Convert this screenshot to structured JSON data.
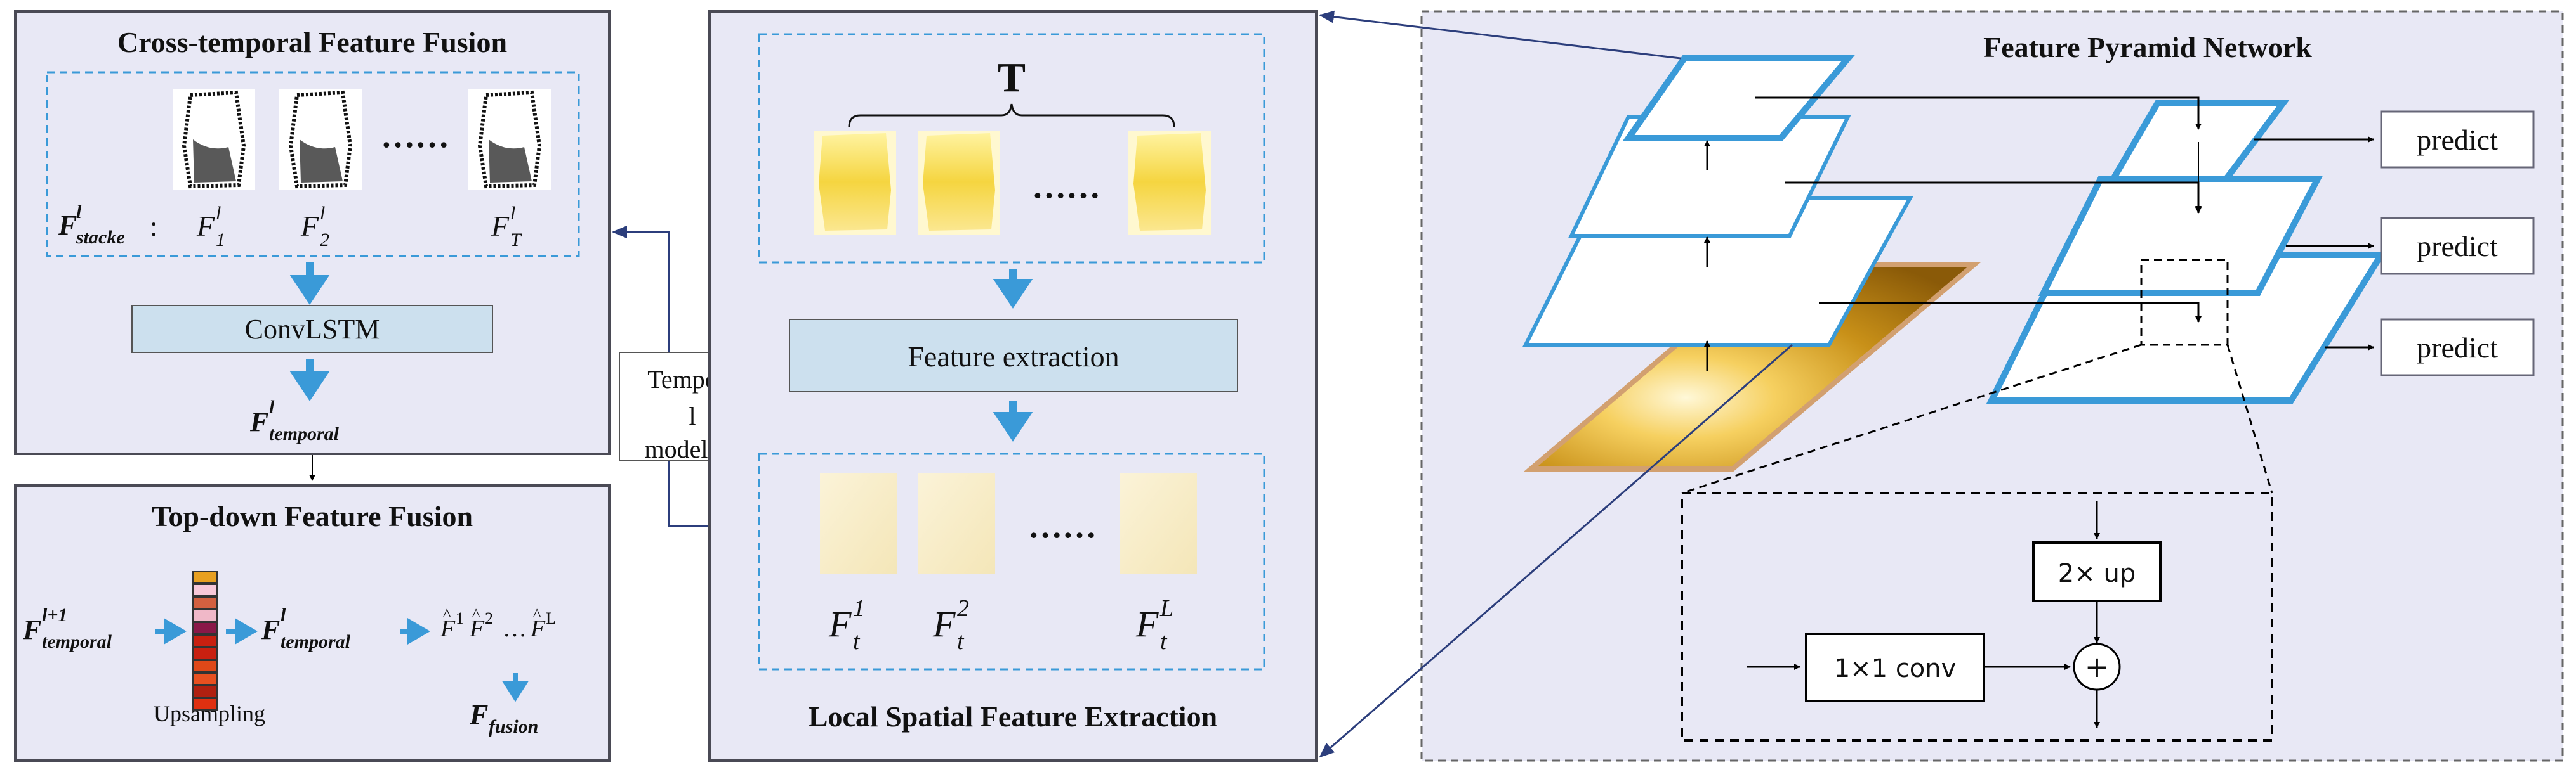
{
  "panels": {
    "cross_temporal": {
      "title": "Cross-temporal Feature Fusion",
      "stack_label": "F",
      "stack_sup": "l",
      "stack_sub": "stacke",
      "stack_colon": ":",
      "map_f1": {
        "base": "F",
        "sup": "l",
        "sub": "1"
      },
      "map_f2": {
        "base": "F",
        "sup": "l",
        "sub": "2"
      },
      "map_ft": {
        "base": "F",
        "sup": "l",
        "sub": "T"
      },
      "ellipsis": "……",
      "convlstm_label": "ConvLSTM",
      "temporal_out": {
        "base": "F",
        "sup": "l",
        "sub": "temporal"
      }
    },
    "top_down": {
      "title": "Top-down Feature Fusion",
      "input": {
        "base": "F",
        "sup": "l+1",
        "sub": "temporal"
      },
      "middle": {
        "base": "F",
        "sup": "l",
        "sub": "temporal"
      },
      "hat_seq": {
        "hat1": "F",
        "sup1": "1",
        "hat2": "F",
        "sup2": "2",
        "dots": "…",
        "hatl": "F",
        "supl": "L"
      },
      "upsampling_label": "Upsampling",
      "fusion_out": {
        "base": "F",
        "sub": "fusion"
      },
      "stack_colors": [
        "#e8a020",
        "#f8c8d8",
        "#d46040",
        "#f0b8c8",
        "#8a1848",
        "#c82010",
        "#c82010",
        "#e04818",
        "#e85020",
        "#b02010",
        "#e03010"
      ]
    },
    "temporal_modeling": {
      "label_lines": [
        "Tempora",
        "l",
        "modeling"
      ]
    },
    "local_spatial": {
      "title": "Local Spatial Feature Extraction",
      "t_label": "T",
      "ellipsis": "……",
      "feature_extraction_label": "Feature extraction",
      "out_1": {
        "base": "F",
        "sup": "1",
        "sub": "t"
      },
      "out_2": {
        "base": "F",
        "sup": "2",
        "sub": "t"
      },
      "out_L": {
        "base": "F",
        "sup": "L",
        "sub": "t"
      }
    },
    "fpn": {
      "title": "Feature Pyramid Network",
      "predict_labels": [
        "predict",
        "predict",
        "predict"
      ],
      "detail_upsample_label": "2× up",
      "detail_conv_label": "1×1 conv",
      "detail_sum_symbol": "+"
    }
  },
  "colors": {
    "panel_fill": "#e8e8f5",
    "panel_border": "#4a4a55",
    "accent_blue": "#3a9ad8",
    "box_fill": "#cce0ee",
    "connector_navy": "#2c3e7c",
    "flame_light": "#fbe77a",
    "flame_dark": "#c08a10"
  }
}
